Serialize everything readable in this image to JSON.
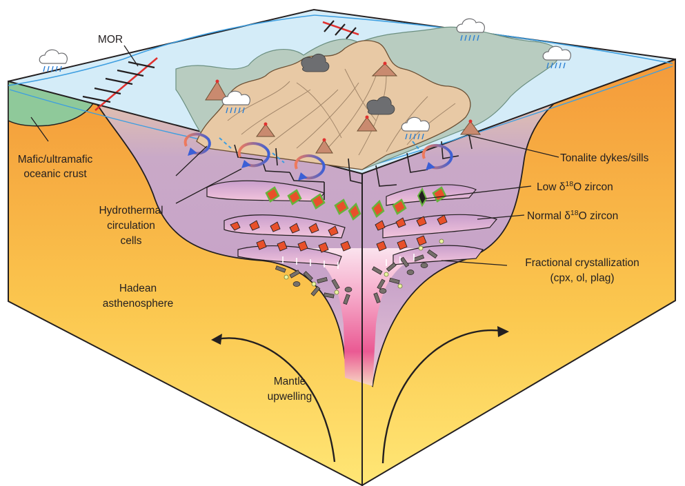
{
  "labels": {
    "mor": "MOR",
    "mafic_line1": "Mafic/ultramafic",
    "mafic_line2": "oceanic crust",
    "hydro_line1": "Hydrothermal",
    "hydro_line2": "circulation",
    "hydro_line3": "cells",
    "hadean_line1": "Hadean",
    "hadean_line2": "asthenosphere",
    "mantle_line1": "Mantle",
    "mantle_line2": "upwelling",
    "tonalite": "Tonalite dykes/sills",
    "low_d18o_prefix": "Low δ",
    "low_d18o_sup": "18",
    "low_d18o_suffix": "O zircon",
    "normal_d18o_prefix": "Normal δ",
    "normal_d18o_sup": "18",
    "normal_d18o_suffix": "O zircon",
    "fractional_line1": "Fractional crystallization",
    "fractional_line2": "(cpx, ol, plag)"
  },
  "icons": {
    "cloud": "rain-cloud-icon",
    "smoke": "ash-plume-icon",
    "volcano": "volcano-icon",
    "zircon": "zircon-crystal-icon",
    "circulation": "circulation-arrow-icon",
    "upwelling": "curved-arrow-icon"
  },
  "colors": {
    "ocean": "#d4ecf8",
    "ocean_line": "#3d9ee0",
    "mantle_hot": "#f39a39",
    "mantle_cool": "#ffe675",
    "crust": "#8fc99a",
    "land": "#e8c9a5",
    "shallow_water": "#b8ccc0",
    "magma": "#b38ec2",
    "plume": "#ee5a96",
    "zircon_red": "#e8502a",
    "zircon_green": "#66b43c",
    "ridge": "#e0312f"
  }
}
